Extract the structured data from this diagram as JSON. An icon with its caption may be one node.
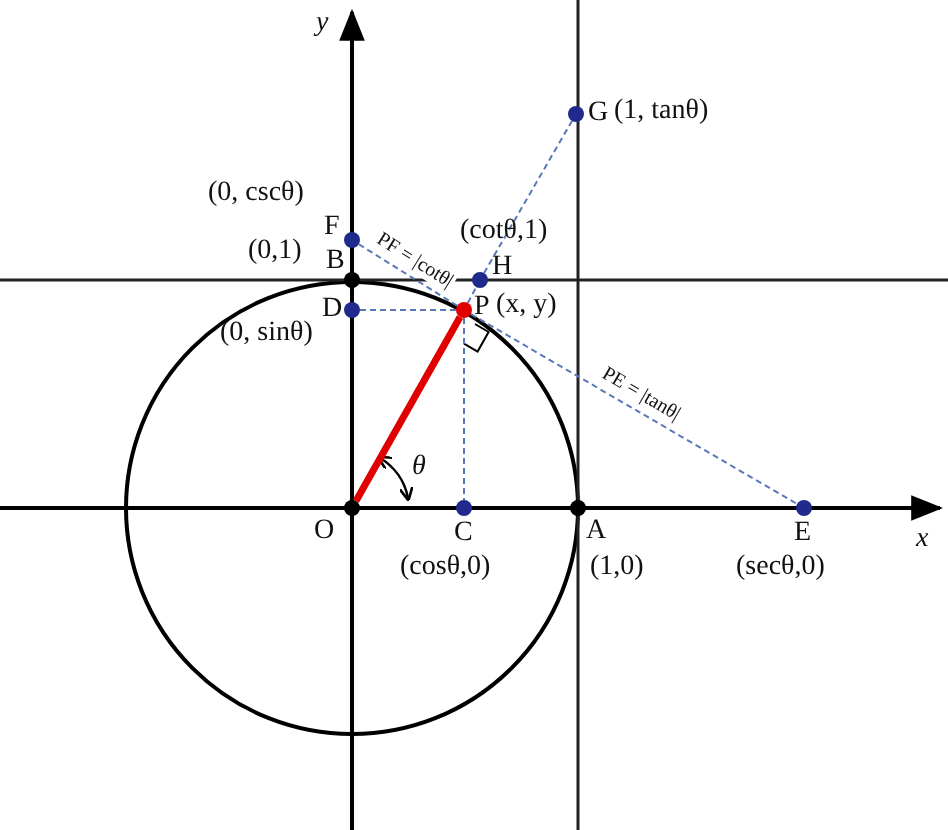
{
  "diagram": {
    "nodes": [
      {
        "text": [
          "O"
        ]
      },
      {
        "text": [
          "A"
        ],
        "beside": [
          "(1,0)"
        ]
      },
      {
        "text": [
          "B"
        ],
        "beside": [
          "(0,1)"
        ]
      },
      {
        "text": [
          "C"
        ],
        "beside": [
          "(cosθ,0)"
        ]
      },
      {
        "text": [
          "D"
        ],
        "beside": [
          "(0, sinθ)"
        ]
      },
      {
        "text": [
          "E"
        ],
        "beside": [
          "(secθ,0)"
        ]
      },
      {
        "text": [
          "F"
        ],
        "beside": [
          "(0, cscθ)"
        ]
      },
      {
        "text": [
          "G"
        ],
        "beside": [
          "(1, tanθ)"
        ]
      },
      {
        "text": [
          "H"
        ],
        "beside": [
          "(cotθ,1)"
        ]
      },
      {
        "text": [
          "P"
        ],
        "beside": [
          "(x, y)"
        ]
      }
    ],
    "edges": [
      {
        "from": 0,
        "to": 9,
        "arrow": "none",
        "style": "thick",
        "color": "#e00000"
      },
      {
        "from": 9,
        "to": 8,
        "arrow": "none",
        "style": "dashed"
      },
      {
        "from": 8,
        "to": 7,
        "arrow": "none",
        "style": "dashed"
      },
      {
        "from": 6,
        "to": 9,
        "arrow": "none",
        "style": "dashed",
        "label": "PF = |cotθ|"
      },
      {
        "from": 9,
        "to": 5,
        "arrow": "none",
        "style": "dashed",
        "label": "PE = |tanθ|"
      },
      {
        "from": 9,
        "to": 3,
        "arrow": "none",
        "style": "dashed"
      },
      {
        "from": 9,
        "to": 4,
        "arrow": "none",
        "style": "dashed"
      }
    ],
    "labels": [
      "y",
      "x",
      "θ"
    ]
  }
}
